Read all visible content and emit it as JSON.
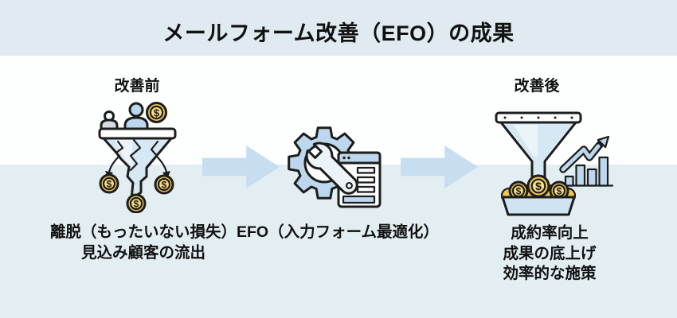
{
  "title": "メールフォーム改善（EFO）の成果",
  "coin_symbol": "$",
  "sections": {
    "before": {
      "label": "改善前",
      "icon": "leaking-broken-funnel-with-coins",
      "caption_lines": [
        "離脱（もったいない損失）",
        "見込み顧客の流出"
      ]
    },
    "process": {
      "icon": "gear-wrench-form-optimization",
      "caption_lines": [
        "EFO（入力フォーム最適化）"
      ]
    },
    "after": {
      "label": "改善後",
      "icon": "intact-funnel-coins-growth-chart",
      "caption_lines": [
        "成約率向上",
        "成果の底上げ",
        "効率的な施策"
      ]
    }
  },
  "colors": {
    "band": "#dfebf1",
    "band2": "#e3eef3",
    "white": "#fdfefe",
    "arrow": "#c7def0",
    "outline": "#1d1d1b",
    "text": "#111111",
    "blue": "#bcd7ee",
    "funnel": "#d7e8f5",
    "highlight": "#ecf4fa",
    "grey": "#d5dce2",
    "coin": "#efc653",
    "coin_inner": "#f7db82",
    "tray": "#cfe3f2"
  }
}
